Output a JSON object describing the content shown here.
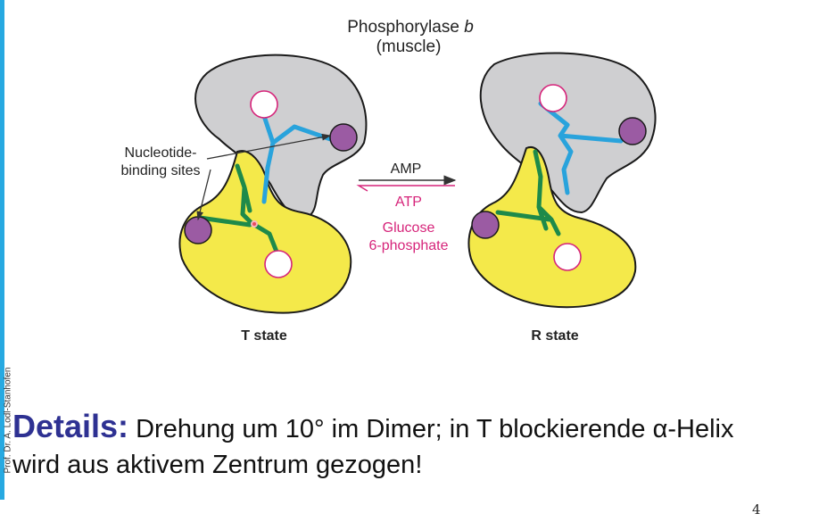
{
  "slide": {
    "vertical_credit": "Prof. Dr. A. Lodl-Stanhofen",
    "page_number": "4"
  },
  "figure": {
    "title_line1": "Phosphorylase",
    "title_italic": "b",
    "title_line2": "(muscle)",
    "label_nucleotide_line1": "Nucleotide-",
    "label_nucleotide_line2": "binding sites",
    "arrow_top_label": "AMP",
    "arrow_bottom_label": "ATP",
    "effector_line1": "Glucose",
    "effector_line2": "6-phosphate",
    "t_state_label": "T state",
    "r_state_label": "R state",
    "colors": {
      "gray_subunit": "#cfcfd1",
      "yellow_subunit": "#f4e94a",
      "blue_helix": "#29a3dc",
      "green_helix": "#1e8a4a",
      "purple_site": "#9b5ba3",
      "magenta_text": "#d6247a"
    }
  },
  "caption": {
    "keyword": "Details:",
    "text_line1": " Drehung um 10° im Dimer; in T blockierende  α-Helix",
    "text_line2": "wird aus aktivem Zentrum gezogen!"
  }
}
